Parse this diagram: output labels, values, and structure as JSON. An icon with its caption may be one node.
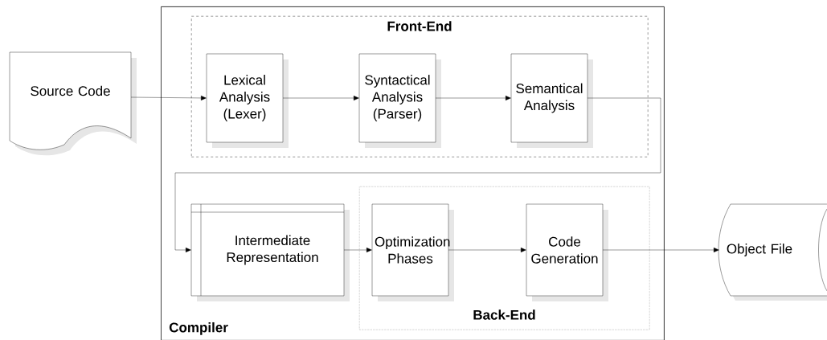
{
  "diagram": {
    "nodes": [
      {
        "text": [
          "Compiler"
        ]
      },
      {
        "text": [
          "Front-End"
        ],
        "in": 0
      },
      {
        "text": [
          "Back-End"
        ],
        "in": 0
      },
      {
        "text": [
          "Source Code"
        ]
      },
      {
        "text": [
          "Lexical Analysis (Lexer)"
        ],
        "in": 1
      },
      {
        "text": [
          "Syntactical Analysis (Parser)"
        ],
        "in": 1
      },
      {
        "text": [
          "Semantical Analysis"
        ],
        "in": 1
      },
      {
        "text": [
          "Intermediate Representation"
        ],
        "in": 0
      },
      {
        "text": [
          "Optimization Phases"
        ],
        "in": 2
      },
      {
        "text": [
          "Code Generation"
        ],
        "in": 2
      },
      {
        "text": [
          "Object File"
        ]
      }
    ],
    "edges": [
      {
        "from": 3,
        "to": 4,
        "arrow": "to"
      },
      {
        "from": 4,
        "to": 5,
        "arrow": "to"
      },
      {
        "from": 5,
        "to": 6,
        "arrow": "to"
      },
      {
        "from": 6,
        "to": 7,
        "arrow": "to"
      },
      {
        "from": 7,
        "to": 8,
        "arrow": "to"
      },
      {
        "from": 8,
        "to": 9,
        "arrow": "to"
      },
      {
        "from": 9,
        "to": 10,
        "arrow": "to"
      }
    ]
  }
}
